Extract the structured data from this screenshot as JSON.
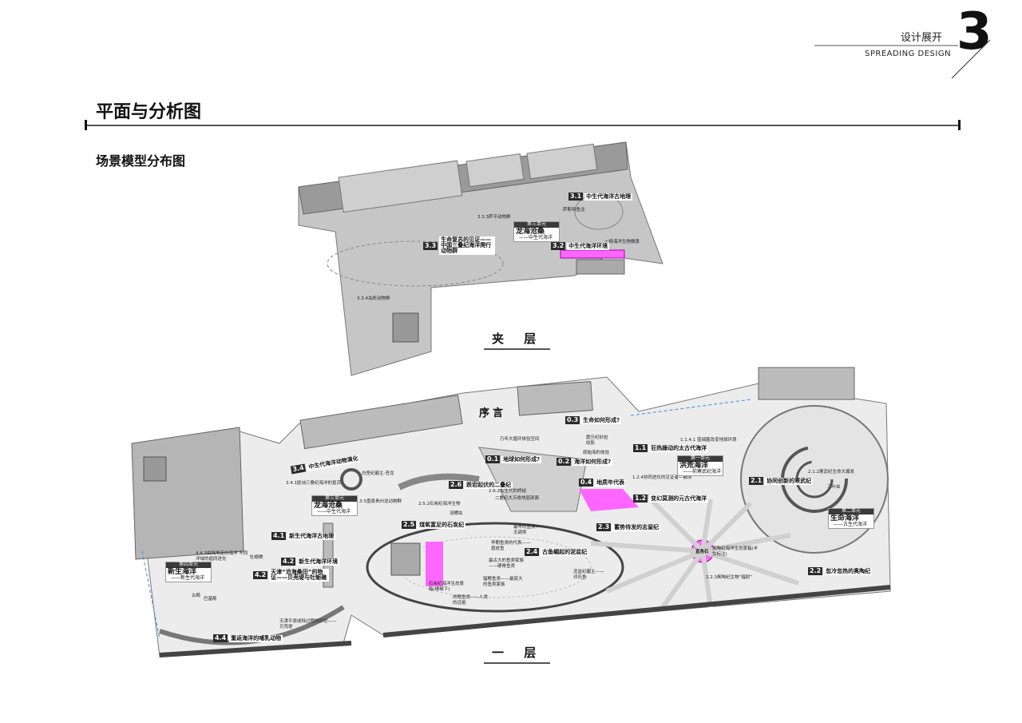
{
  "header": {
    "section_cn": "设计展开",
    "section_en": "SPREADING DESIGN",
    "section_number": "3"
  },
  "title": "平面与分析图",
  "subtitle": "场景模型分布图",
  "colors": {
    "highlight": "#ff66ff",
    "wall": "#8c8c8c",
    "floor": "#ececec",
    "mezzanine": "#c4c4c4"
  },
  "mezzanine": {
    "floor_label": "夹 层",
    "labels": [
      {
        "num": "3.1",
        "text": "中生代海洋古地理"
      },
      {
        "num": "3.3",
        "text": "生命复苏的见证——中国三叠纪海洋爬行动物群"
      },
      {
        "num": "3.2",
        "text": "中生代海洋环境"
      }
    ],
    "small": [
      "萨斯特鱼龙",
      "3.3.3萨平动物群",
      "一极海洋生物微景",
      "3.3.4关岭动物群"
    ],
    "unit": {
      "head": "第三单元",
      "title": "龙海沧桑",
      "sub": "——中生代海洋"
    }
  },
  "ground": {
    "floor_label": "一 层",
    "preface": "序言",
    "labels": [
      {
        "num": "0.3",
        "text": "生命如何形成?"
      },
      {
        "num": "0.1",
        "text": "地球如何形成?"
      },
      {
        "num": "0.2",
        "text": "海洋如何形成?"
      },
      {
        "num": "0.4",
        "text": "地质年代表"
      },
      {
        "num": "1.1",
        "text": "狂热躁动的太古代海洋"
      },
      {
        "num": "1.2",
        "text": "变幻莫测的元古代海洋"
      },
      {
        "num": "2.1",
        "text": "协同创新的寒武纪"
      },
      {
        "num": "2.2",
        "text": "忽冷忽热的奥陶纪"
      },
      {
        "num": "2.3",
        "text": "蓄势待发的志留纪"
      },
      {
        "num": "2.4",
        "text": "古鱼崛起的泥盆纪"
      },
      {
        "num": "2.5",
        "text": "煤氧富足的石炭纪"
      },
      {
        "num": "2.6",
        "text": "跌宕起伏的二叠纪"
      },
      {
        "num": "3.4",
        "text": "中生代海洋动物演化"
      },
      {
        "num": "4.1",
        "text": "新生代海洋古地理"
      },
      {
        "num": "4.2",
        "text": "新生代海洋环境"
      },
      {
        "num": "4.2",
        "text": "天津“沧海桑田”的物证——贝壳堤与牡蛎礁"
      },
      {
        "num": "4.4",
        "text": "重返海洋的哺乳动物"
      }
    ],
    "small": [
      "万年大循环体验空间",
      "震旦纪砂岩纹影",
      "原始海的体验",
      "1.1.4.1 蓝细菌改变地球环境",
      "1.2.4协同进化的见证者—触须",
      "2.1.2寒武纪生命大爆发",
      "三叶虫",
      "奥陶纪海洋生态景箱(半交标注)",
      "2.2.3奥陶纪生物“辐射”",
      "直角石",
      "最早的鱼类——无颌类",
      "早期鱼类的代表——盾皮鱼",
      "最古大的鱼类家族——硬骨鱼类",
      "辐鳍鱼类——最庞大的鱼类家族",
      "肉鳍鱼类——人类的远祖",
      "泥盆纪霸主——邓氏鱼",
      "2.6.2古生代的终结",
      "二叠纪大灭绝地层剖面",
      "2.5.2石炭纪海洋生物",
      "羽鳃虫",
      "石炭纪海洋生态景箱(楼梯下)",
      "白垩纪霸主-苍龙",
      "3.4.1欧洲三叠纪海洋的复苏",
      "3.3.5盘县贵州龙动物群",
      "4.4.3由陆地走向海洋 不同洋域的趋同进化",
      "牡蛎礁",
      "古鲸",
      "巴基鲸",
      "天津平原成陆过程的印记——贝壳堤"
    ],
    "units": [
      {
        "head": "第一单元",
        "title": "洪荒海洋",
        "sub": "——前寒武纪海洋"
      },
      {
        "head": "第二单元",
        "title": "生命海洋",
        "sub": "——古生代海洋"
      },
      {
        "head": "第三单元",
        "title": "龙海沧桑",
        "sub": "——中生代海洋"
      },
      {
        "head": "第四单元",
        "title": "新生海洋",
        "sub": "——新生代海洋"
      }
    ]
  }
}
